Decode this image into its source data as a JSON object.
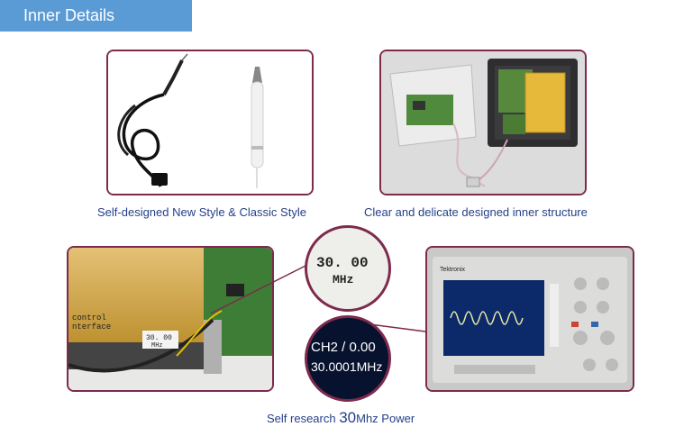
{
  "header": {
    "title": "Inner Details"
  },
  "captions": {
    "probes": "Self-designed New Style & Classic Style",
    "structure": "Clear and delicate designed inner structure",
    "power_prefix": "Self research ",
    "power_big": "30",
    "power_suffix": "Mhz Power"
  },
  "zoom_top": {
    "line1": "30. 00",
    "line2": "MHz"
  },
  "zoom_bottom": {
    "line1": "CH2 / 0.00",
    "line2": "30.0001MHz"
  },
  "board_label": {
    "line1": "control",
    "line2": "nterface",
    "line3": "30. 00",
    "line4": "MHz"
  },
  "scope_brand": "Tektronix",
  "colors": {
    "accent": "#5a9bd5",
    "frame": "#7d2a4d",
    "caption": "#243f8a"
  }
}
